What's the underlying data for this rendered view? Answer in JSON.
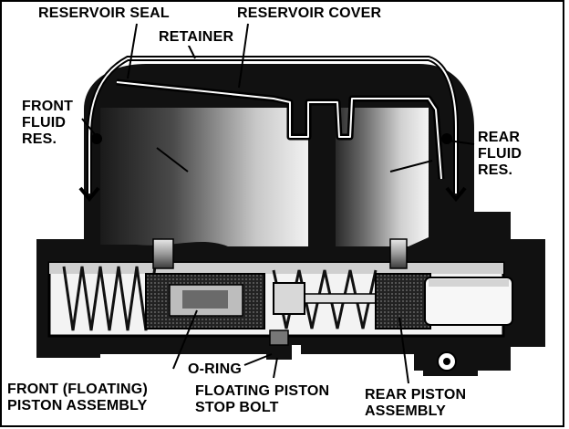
{
  "labels": {
    "reservoir_seal": "RESERVOIR SEAL",
    "reservoir_cover": "RESERVOIR COVER",
    "retainer": "RETAINER",
    "front_fluid_res": "FRONT\nFLUID\nRES.",
    "rear_fluid_res": "REAR\nFLUID\nRES.",
    "o_ring": "O-RING",
    "front_floating_piston_assembly": "FRONT (FLOATING)\nPISTON ASSEMBLY",
    "floating_piston_stop_bolt": "FLOATING PISTON\nSTOP BOLT",
    "rear_piston_assembly": "REAR PISTON\nASSEMBLY"
  },
  "colors": {
    "ink": "#000000",
    "paper": "#ffffff",
    "shade": "#7a7a7a"
  }
}
